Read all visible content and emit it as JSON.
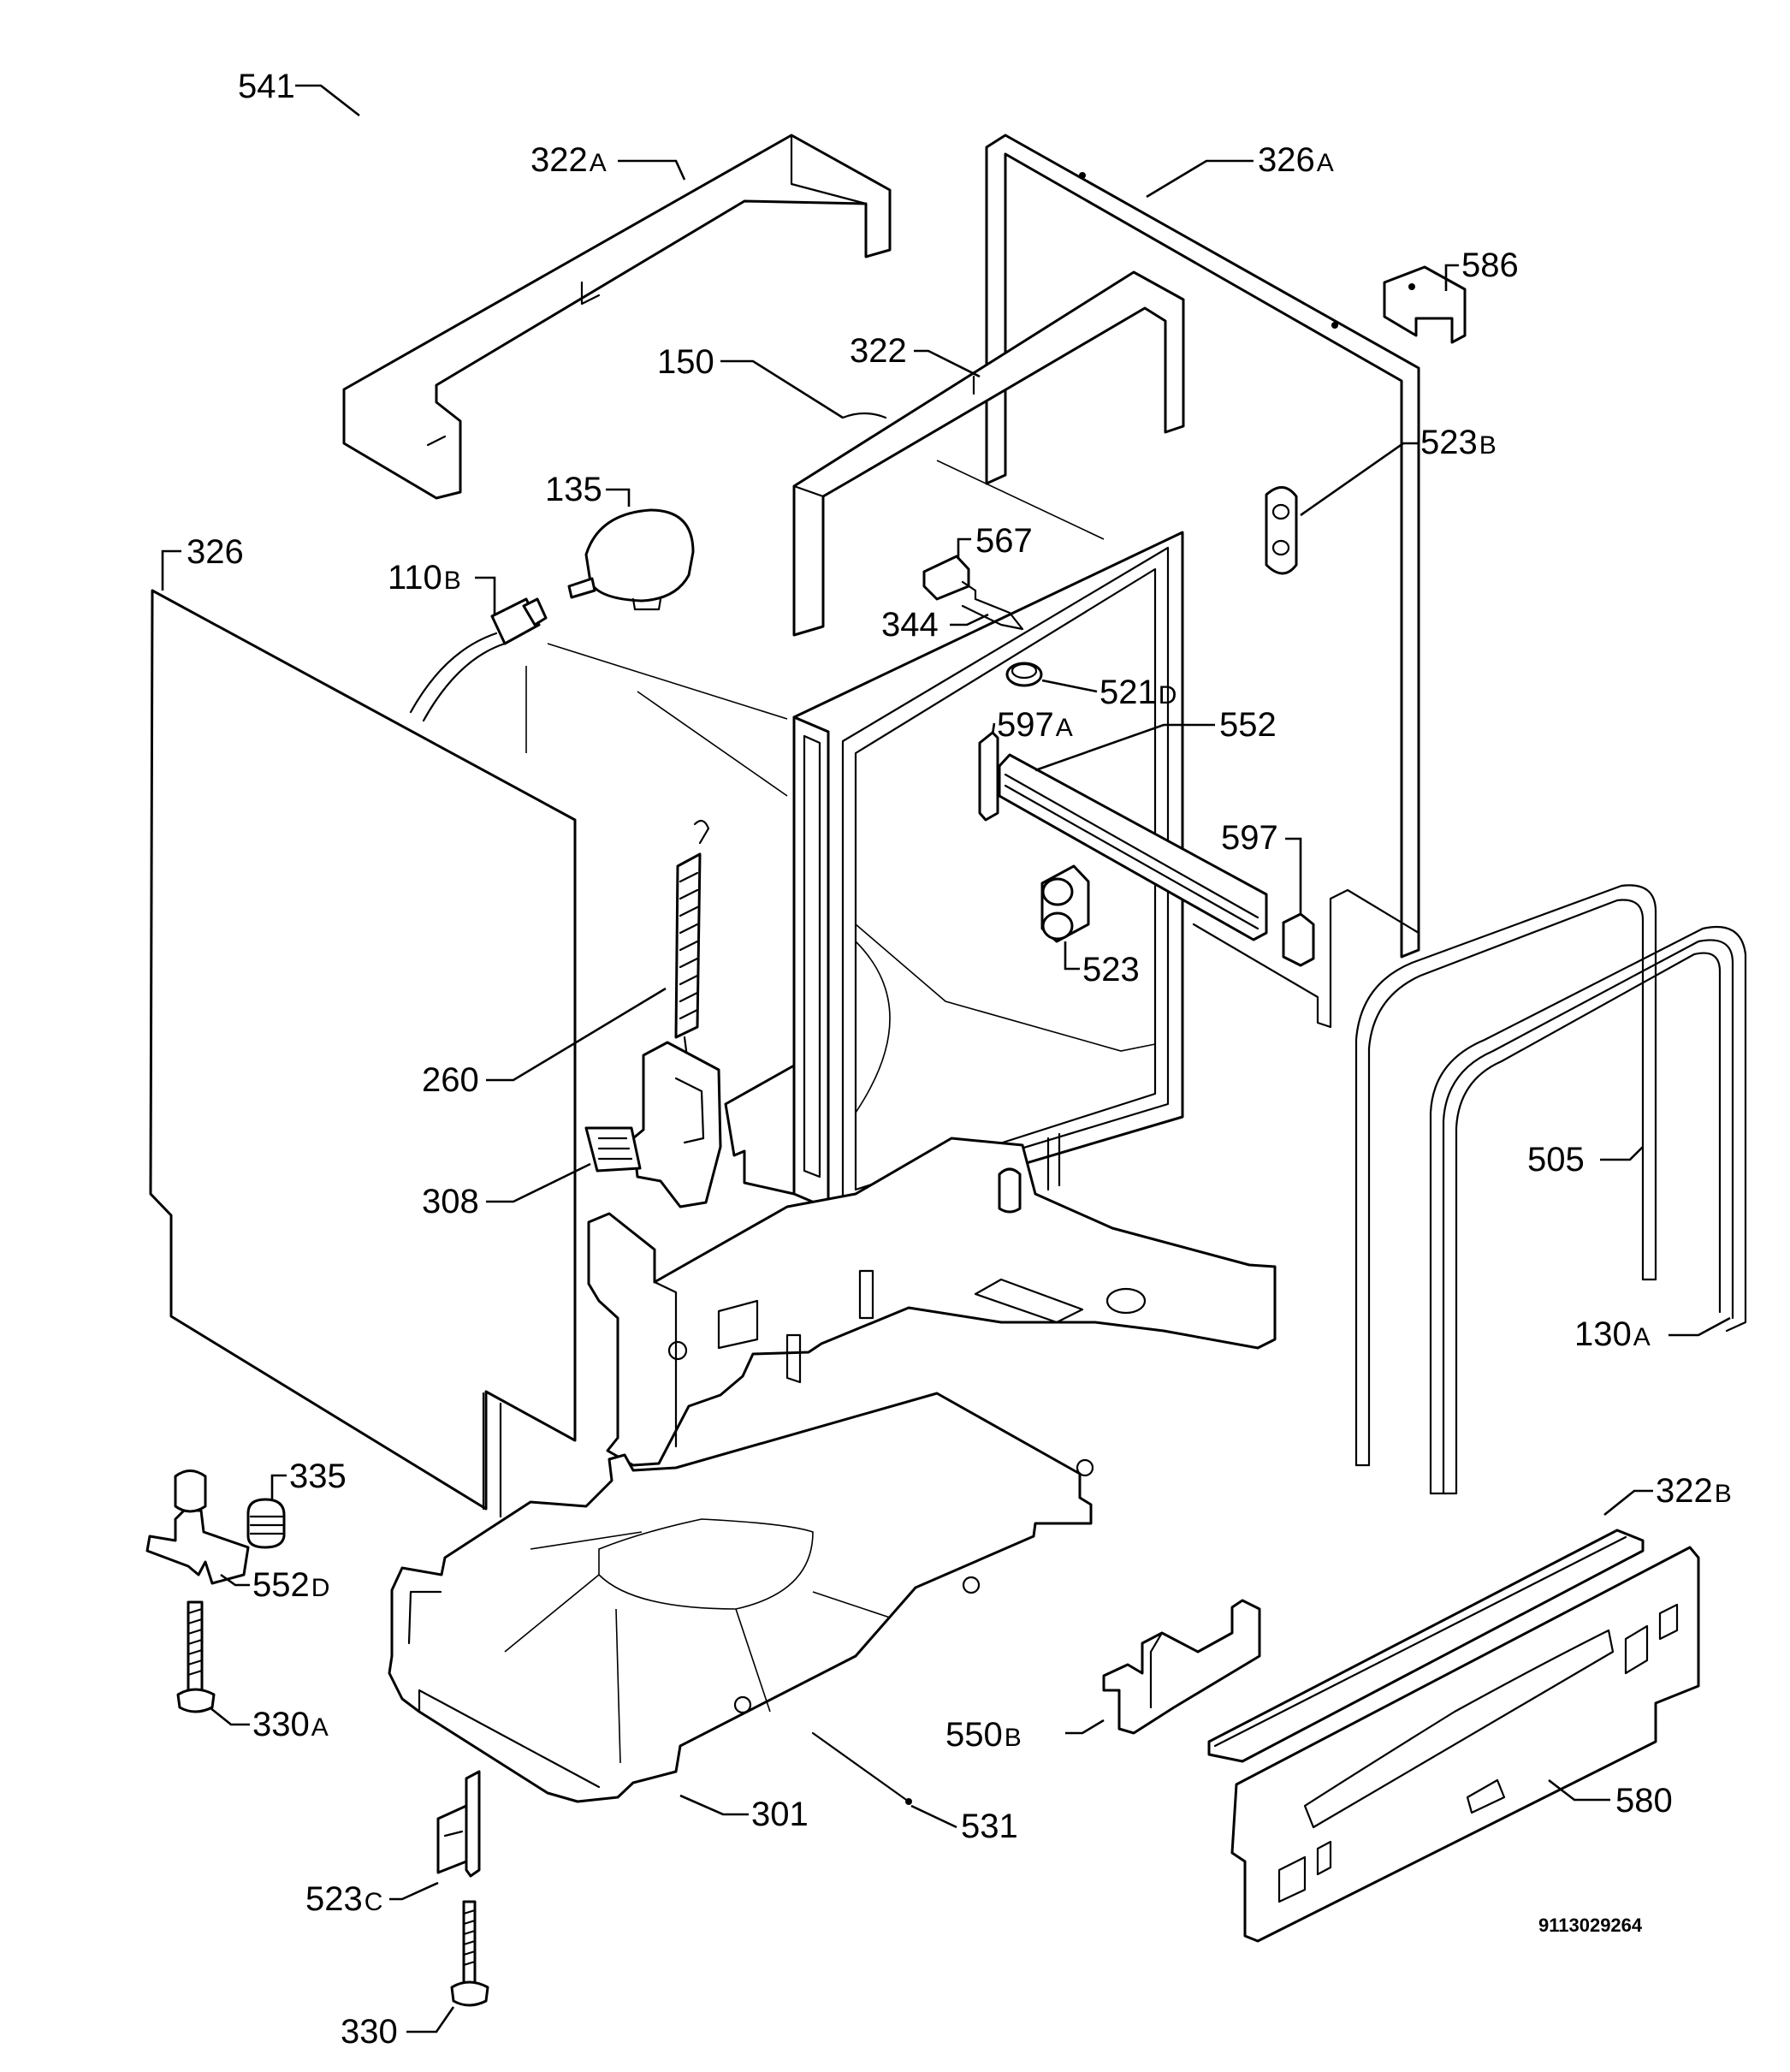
{
  "diagram": {
    "document_number": "9113029264",
    "parts": [
      {
        "id": "541",
        "number": "541",
        "suffix": ""
      },
      {
        "id": "322A",
        "number": "322",
        "suffix": "A"
      },
      {
        "id": "326A",
        "number": "326",
        "suffix": "A"
      },
      {
        "id": "586",
        "number": "586",
        "suffix": ""
      },
      {
        "id": "150",
        "number": "150",
        "suffix": ""
      },
      {
        "id": "322",
        "number": "322",
        "suffix": ""
      },
      {
        "id": "523B",
        "number": "523",
        "suffix": "B"
      },
      {
        "id": "135",
        "number": "135",
        "suffix": ""
      },
      {
        "id": "326",
        "number": "326",
        "suffix": ""
      },
      {
        "id": "567",
        "number": "567",
        "suffix": ""
      },
      {
        "id": "110B",
        "number": "110",
        "suffix": "B"
      },
      {
        "id": "344",
        "number": "344",
        "suffix": ""
      },
      {
        "id": "521D",
        "number": "521",
        "suffix": "D"
      },
      {
        "id": "597A",
        "number": "597",
        "suffix": "A"
      },
      {
        "id": "552",
        "number": "552",
        "suffix": ""
      },
      {
        "id": "597",
        "number": "597",
        "suffix": ""
      },
      {
        "id": "523",
        "number": "523",
        "suffix": ""
      },
      {
        "id": "260",
        "number": "260",
        "suffix": ""
      },
      {
        "id": "505",
        "number": "505",
        "suffix": ""
      },
      {
        "id": "308",
        "number": "308",
        "suffix": ""
      },
      {
        "id": "130A",
        "number": "130",
        "suffix": "A"
      },
      {
        "id": "335",
        "number": "335",
        "suffix": ""
      },
      {
        "id": "322B",
        "number": "322",
        "suffix": "B"
      },
      {
        "id": "552D",
        "number": "552",
        "suffix": "D"
      },
      {
        "id": "330A",
        "number": "330",
        "suffix": "A"
      },
      {
        "id": "550B",
        "number": "550",
        "suffix": "B"
      },
      {
        "id": "580",
        "number": "580",
        "suffix": ""
      },
      {
        "id": "301",
        "number": "301",
        "suffix": ""
      },
      {
        "id": "531",
        "number": "531",
        "suffix": ""
      },
      {
        "id": "523C",
        "number": "523",
        "suffix": "C"
      },
      {
        "id": "330",
        "number": "330",
        "suffix": ""
      }
    ]
  }
}
